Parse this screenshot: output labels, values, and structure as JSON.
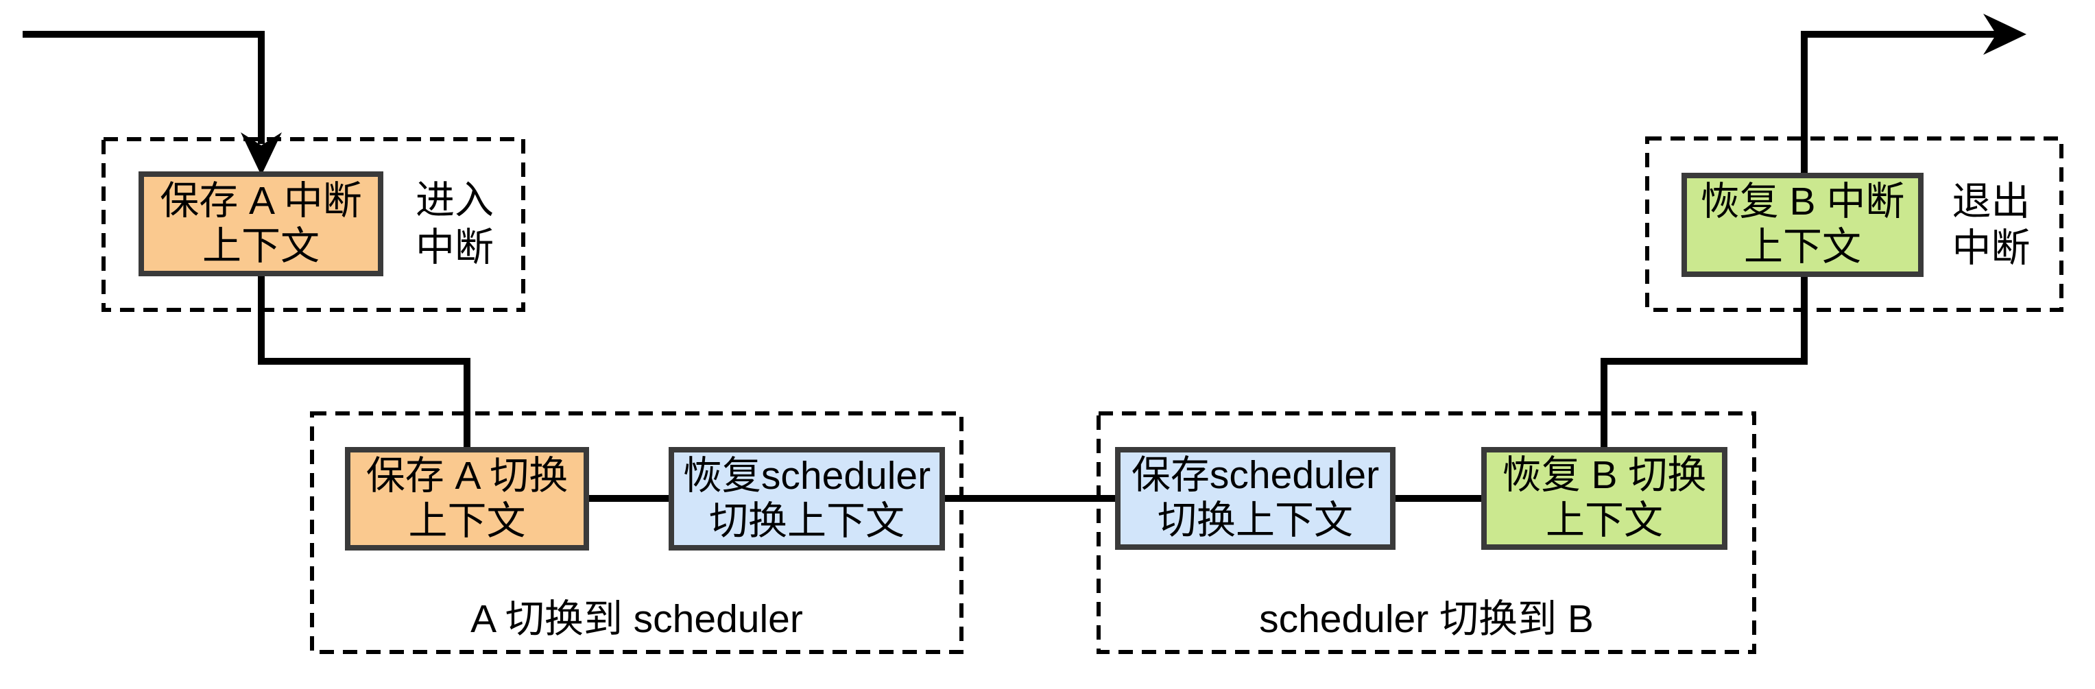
{
  "colors": {
    "save_box_fill": "#FAC98F",
    "scheduler_box_fill": "#D2E5FA",
    "restore_box_fill": "#CBE88F",
    "box_border": "#3A3A3A",
    "line": "#000000",
    "text": "#000000",
    "background": "#FFFFFF"
  },
  "groups": {
    "enter_interrupt": {
      "box": "保存 A 中断\n上下文",
      "label": "进入\n中断"
    },
    "a_to_scheduler": {
      "save_box": "保存 A 切换\n上下文",
      "restore_box": "恢复scheduler\n切换上下文",
      "caption": "A 切换到 scheduler"
    },
    "scheduler_to_b": {
      "save_box": "保存scheduler\n切换上下文",
      "restore_box": "恢复 B 切换\n上下文",
      "caption": "scheduler 切换到 B"
    },
    "exit_interrupt": {
      "box": "恢复 B 中断\n上下文",
      "label": "退出\n中断"
    }
  }
}
